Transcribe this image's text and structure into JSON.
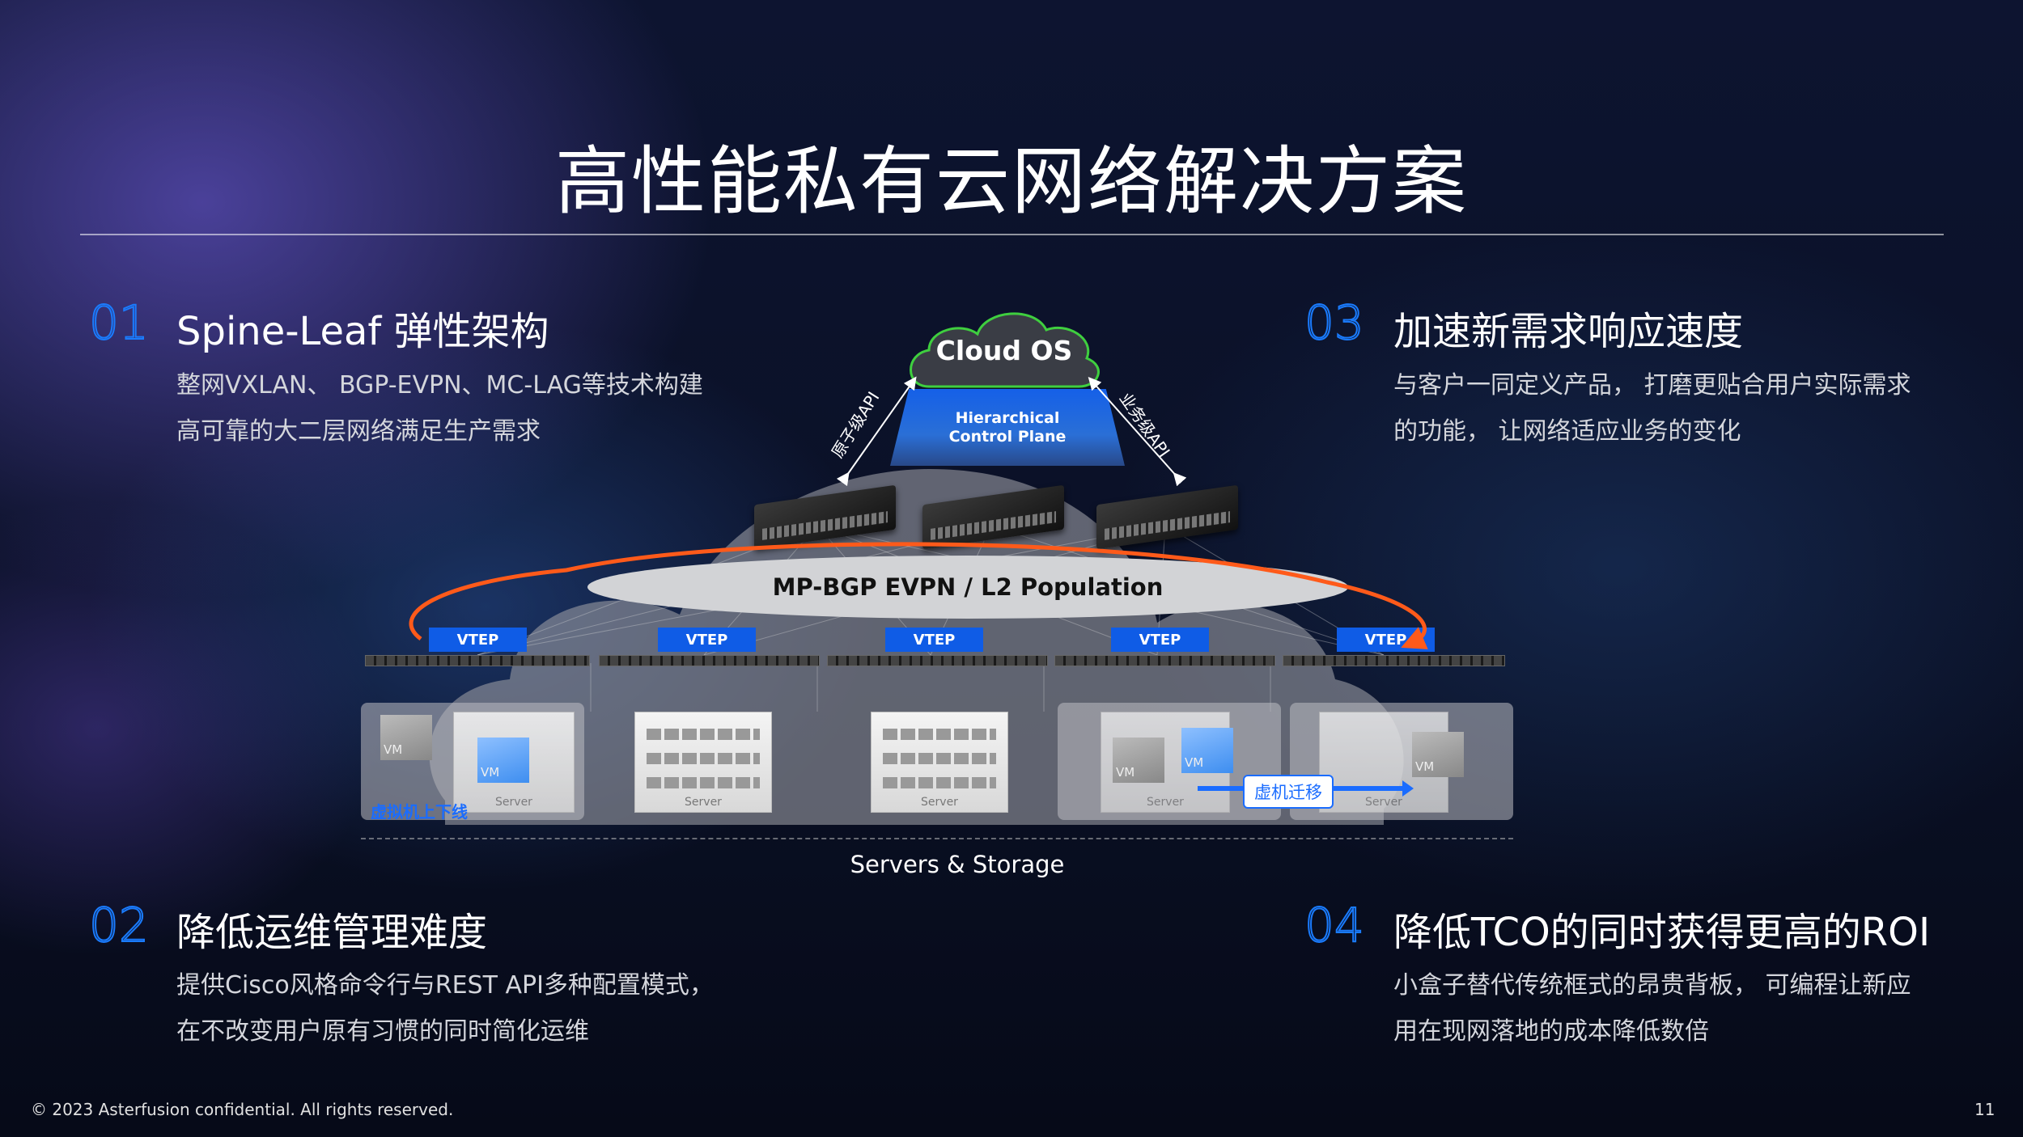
{
  "title": "高性能私有云网络解决方案",
  "sections": [
    {
      "num": "01",
      "heading": "Spine-Leaf 弹性架构",
      "lines": [
        "整网VXLAN、 BGP-EVPN、MC-LAG等技术构建",
        "高可靠的大二层网络满足生产需求"
      ]
    },
    {
      "num": "02",
      "heading": "降低运维管理难度",
      "lines": [
        "提供Cisco风格命令行与REST API多种配置模式，",
        "在不改变用户原有习惯的同时简化运维"
      ]
    },
    {
      "num": "03",
      "heading": "加速新需求响应速度",
      "lines": [
        "与客户一同定义产品， 打磨更贴合用户实际需求",
        "的功能， 让网络适应业务的变化"
      ]
    },
    {
      "num": "04",
      "heading": "降低TCO的同时获得更高的ROI",
      "lines": [
        "小盒子替代传统框式的昂贵背板， 可编程让新应",
        "用在现网落地的成本降低数倍"
      ]
    }
  ],
  "diagram": {
    "cloud_os": "Cloud OS",
    "control_plane": [
      "Hierarchical",
      "Control Plane"
    ],
    "api_left": "原子级API",
    "api_right": "业务级API",
    "overlay": "MP-BGP EVPN / L2 Population",
    "vteps": [
      "VTEP",
      "VTEP",
      "VTEP",
      "VTEP",
      "VTEP"
    ],
    "server_label": "Server",
    "vm_label": "VM",
    "vm_online": "虚拟机上下线",
    "vm_migration": "虚机迁移",
    "storage_label": "Servers & Storage",
    "colors": {
      "vtep": "#0f5ce6",
      "arrow": "#ff5a1a",
      "number_outline": "#1a7cff",
      "cloud_border": "#3fcf3f"
    }
  },
  "footer": "© 2023 Asterfusion confidential. All rights reserved.",
  "page_number": "11"
}
